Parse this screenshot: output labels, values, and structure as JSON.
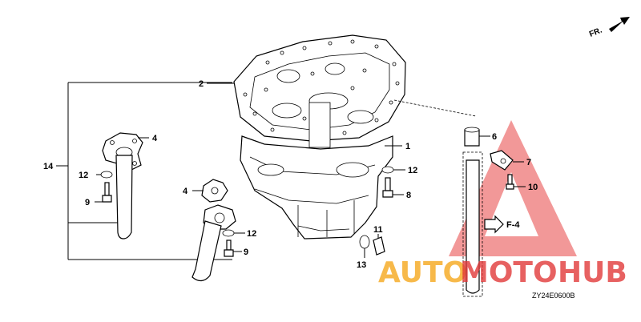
{
  "diagram": {
    "code": "ZY24E0600B",
    "direction": "FR.",
    "reference": "F-4",
    "callouts": {
      "c1": "1",
      "c2": "2",
      "c4a": "4",
      "c4b": "4",
      "c6": "6",
      "c7": "7",
      "c8": "8",
      "c9a": "9",
      "c9b": "9",
      "c10": "10",
      "c11": "11",
      "c12a": "12",
      "c12b": "12",
      "c12c": "12",
      "c13": "13",
      "c14": "14"
    }
  },
  "watermark": {
    "part1": "AUTO",
    "part2": "MOTO",
    "part3": "HUB",
    "colors": {
      "auto": "#f6a81e",
      "moto": "#e23a3a",
      "hub": "#e23a3a"
    }
  }
}
